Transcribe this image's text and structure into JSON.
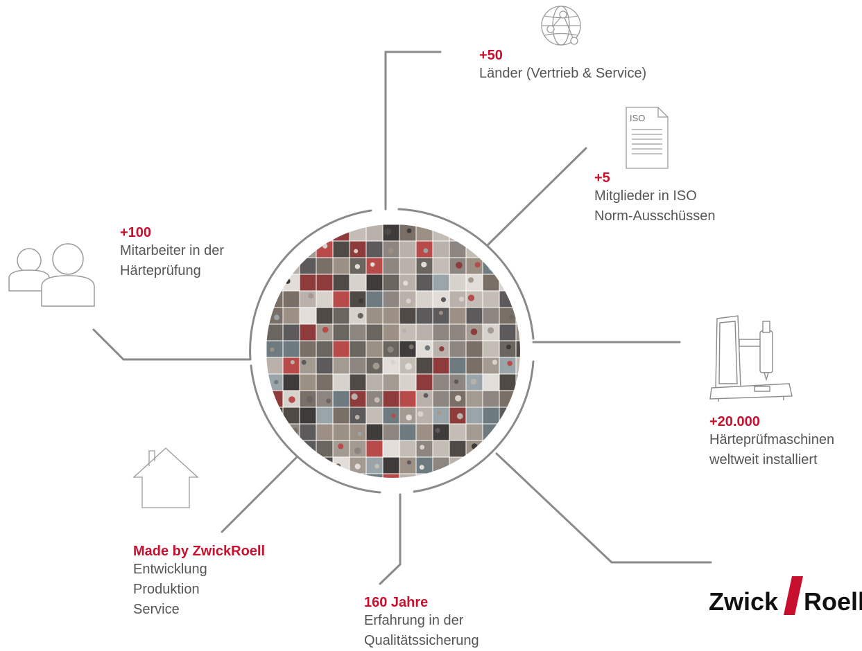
{
  "stats": [
    {
      "headline": "+50",
      "lines": [
        "Länder (Vertrieb & Service)"
      ],
      "icon": "globe-icon"
    },
    {
      "headline": "+5",
      "lines": [
        "Mitglieder in ISO",
        "Norm-Ausschüssen"
      ],
      "icon": "iso-document-icon"
    },
    {
      "headline": "+100",
      "lines": [
        "Mitarbeiter in der",
        "Härteprüfung"
      ],
      "icon": "people-icon"
    },
    {
      "headline": "+20.000",
      "lines": [
        "Härteprüfmaschinen",
        "weltweit installiert"
      ],
      "icon": "hardness-tester-icon"
    },
    {
      "headline": "Made by ZwickRoell",
      "lines": [
        "Entwicklung",
        "Produktion",
        "Service"
      ],
      "icon": "house-icon"
    },
    {
      "headline": "160 Jahre",
      "lines": [
        "Erfahrung in der",
        "Qualitätssicherung"
      ],
      "icon": ""
    }
  ],
  "iso_label": "ISO",
  "logo": {
    "part1": "Zwick",
    "part2": "Roell",
    "slash_color": "#c8102e"
  },
  "colors": {
    "accent": "#c8102e",
    "text": "#555555",
    "line": "#8a8a8a"
  }
}
